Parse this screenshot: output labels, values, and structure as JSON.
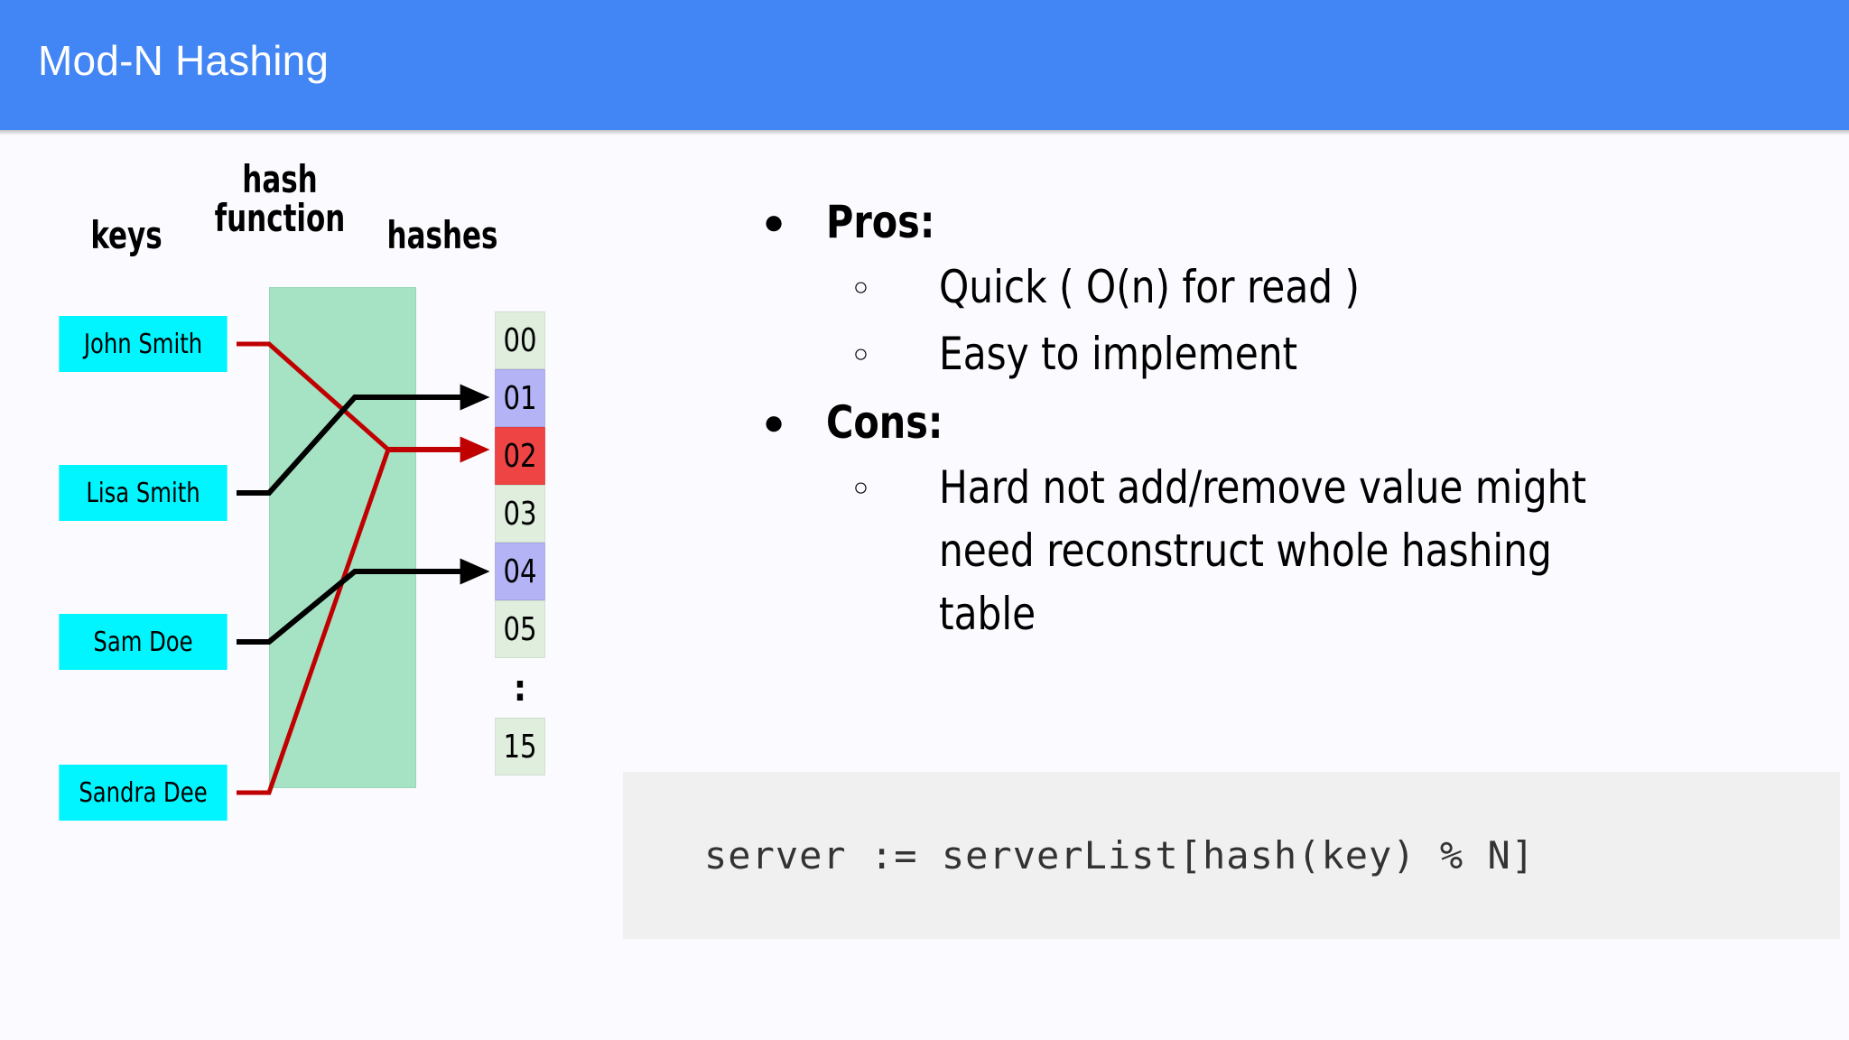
{
  "header": {
    "title": "Mod-N Hashing",
    "bg_color": "#4285f4",
    "text_color": "#ffffff"
  },
  "diagram": {
    "labels": {
      "keys": "keys",
      "hash_function": "hash\nfunction",
      "hashes": "hashes"
    },
    "hash_function_box_color": "#a6e3c4",
    "key_box_color": "#00f5ff",
    "keys": [
      {
        "label": "John Smith",
        "maps_to": "02",
        "line_color": "#c00000"
      },
      {
        "label": "Lisa Smith",
        "maps_to": "01",
        "line_color": "#000000"
      },
      {
        "label": "Sam Doe",
        "maps_to": "04",
        "line_color": "#000000"
      },
      {
        "label": "Sandra Dee",
        "maps_to": "02",
        "line_color": "#c00000"
      }
    ],
    "hashes": [
      {
        "value": "00",
        "color": "#dfeedd",
        "highlighted": false
      },
      {
        "value": "01",
        "color": "#b3b3f5",
        "highlighted": true
      },
      {
        "value": "02",
        "color": "#ef4444",
        "highlighted": true
      },
      {
        "value": "03",
        "color": "#dfeedd",
        "highlighted": false
      },
      {
        "value": "04",
        "color": "#b3b3f5",
        "highlighted": true
      },
      {
        "value": "05",
        "color": "#dfeedd",
        "highlighted": false
      },
      {
        "value": ":",
        "color": "none",
        "highlighted": false
      },
      {
        "value": "15",
        "color": "#dfeedd",
        "highlighted": false
      }
    ]
  },
  "bullets": {
    "pros_marker": "●",
    "pros_label": "Pros:",
    "pros_items": [
      {
        "marker": "○",
        "text": "Quick ( O(n) for read )"
      },
      {
        "marker": "○",
        "text": "Easy to implement"
      }
    ],
    "cons_marker": "●",
    "cons_label": "Cons:",
    "cons_items": [
      {
        "marker": "○",
        "text": "Hard not add/remove value might need reconstruct whole hashing table"
      }
    ]
  },
  "code": {
    "snippet": "server := serverList[hash(key) % N]",
    "bg_color": "#f0f0f0",
    "text_color": "#333333"
  }
}
